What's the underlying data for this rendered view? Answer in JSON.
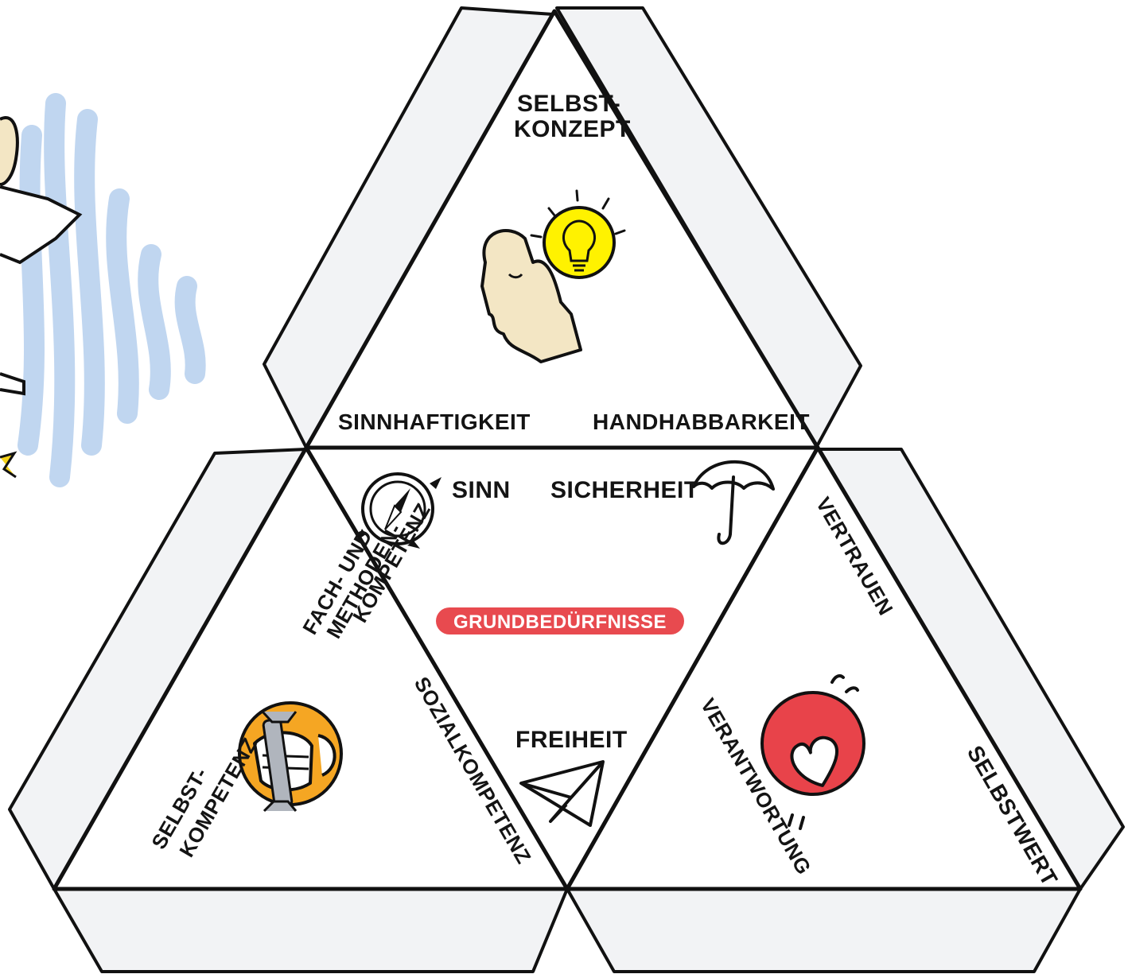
{
  "top_face": {
    "title": "SELBST-",
    "title2": "KONZEPT",
    "left_label": "SINNHAFTIGKEIT",
    "right_label": "HANDHABBARKEIT",
    "icon": "head-lightbulb-icon"
  },
  "center_face": {
    "badge": "GRUNDBEDÜRFNISSE",
    "sinn": "SINN",
    "sicherheit": "SICHERHEIT",
    "freiheit": "FREIHEIT",
    "icons": [
      "compass-icon",
      "umbrella-icon",
      "paper-plane-icon"
    ]
  },
  "left_face": {
    "fach_line1": "FACH- UND",
    "fach_line2": "METHODEN-",
    "fach_line3": "KOMPETENZ",
    "sozial": "SOZIALKOMPETENZ",
    "selbst_line1": "SELBST-",
    "selbst_line2": "KOMPETENZ",
    "icon": "wrench-hand-icon"
  },
  "right_face": {
    "vertrauen": "VERTRAUEN",
    "verantwortung": "VERANTWORTUNG",
    "selbstwert": "SELBSTWERT",
    "icon": "heart-icon"
  },
  "colors": {
    "badge_red": "#e84a4f",
    "heart_red": "#e8434a",
    "bulb_yellow": "#fff200",
    "wrench_orange": "#f5a623",
    "face_skin": "#f3e6c4",
    "flap_grey": "#f2f3f5",
    "scribble_blue": "#b9d2ee"
  }
}
